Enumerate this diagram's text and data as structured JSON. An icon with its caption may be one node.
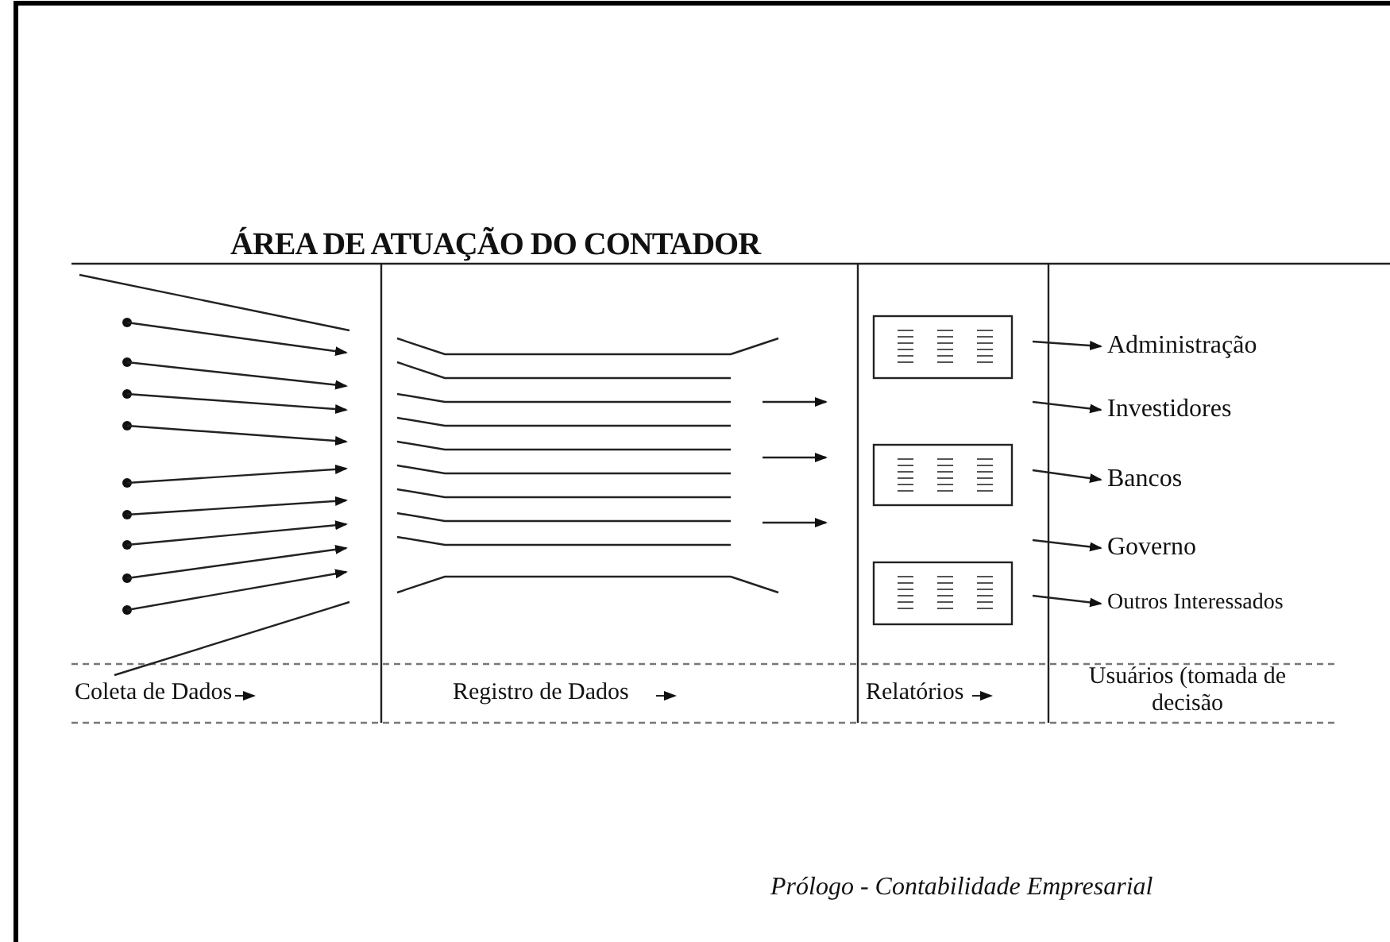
{
  "diagram": {
    "title": "ÁREA DE ATUAÇÃO DO CONTADOR",
    "caption": "Prólogo - Contabilidade Empresarial",
    "nodes": [
      {
        "text": [
          "Administração"
        ]
      },
      {
        "text": [
          "Investidores"
        ]
      },
      {
        "text": [
          "Bancos"
        ]
      },
      {
        "text": [
          "Governo"
        ]
      },
      {
        "text": [
          "Outros Interessados"
        ]
      }
    ],
    "edges": [
      {
        "from": null,
        "to": 0,
        "arrow": "to"
      },
      {
        "from": null,
        "to": 1,
        "arrow": "to"
      },
      {
        "from": null,
        "to": 2,
        "arrow": "to"
      },
      {
        "from": null,
        "to": 3,
        "arrow": "to"
      },
      {
        "from": null,
        "to": 4,
        "arrow": "to"
      }
    ],
    "labels": [
      "Coleta de Dados",
      "Registro de Dados",
      "Relatórios",
      "Usuários (tomada de decisão"
    ]
  }
}
